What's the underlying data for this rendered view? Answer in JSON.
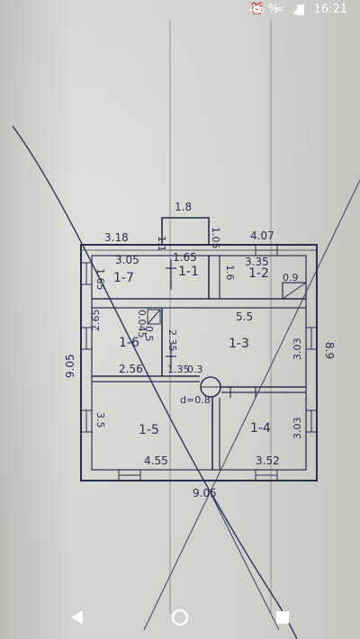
{
  "status_bar": {
    "icons": [
      "alarm-icon",
      "wifi-icon",
      "signal-icon"
    ],
    "battery_percent": "46 %",
    "time": "16:21"
  },
  "floor_plan": {
    "rooms": {
      "r1_1": "1-1",
      "r1_2": "1-2",
      "r1_3": "1-3",
      "r1_4": "1-4",
      "r1_5": "1-5",
      "r1_6": "1-6",
      "r1_7": "1-7"
    },
    "dimensions": {
      "porch_width": "1.8",
      "porch_left": "1.1",
      "porch_right": "1.05",
      "top_left_outer": "3.18",
      "top_right_outer": "4.07",
      "room_1_7_width": "3.05",
      "room_1_1_width": "1.65",
      "room_1_2_width": "3.35",
      "room_1_2_small": "0.9",
      "room_1_7_height": "1.65",
      "room_1_1_side": "1.6",
      "room_1_3_width": "5.5",
      "room_1_6_width": "2.56",
      "room_1_6_height": "2.65",
      "room_1_6_niche": "0.045",
      "room_1_6_niche_b": "0.5",
      "room_1_6_inner": "2.35",
      "corridor_1_35": "1.35",
      "chimney_0_3": "0.3",
      "chimney_d": "d=0.8",
      "room_1_3_height": "3.03",
      "room_1_5_width": "4.55",
      "room_1_5_height": "3.5",
      "room_1_4_width": "3.52",
      "room_1_4_height": "3.03",
      "left_total": "9.05",
      "right_total": "8.9",
      "bottom_total": "9.05"
    }
  },
  "nav_bar": {
    "back": "back-icon",
    "home": "home-icon",
    "recents": "recents-icon"
  }
}
